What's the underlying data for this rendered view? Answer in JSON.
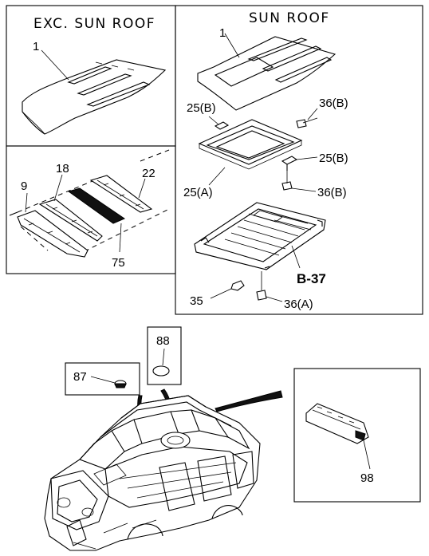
{
  "panels": {
    "exc_sun_roof": {
      "title": "EXC. SUN ROOF"
    },
    "sun_roof": {
      "title": "SUN ROOF"
    }
  },
  "parts": {
    "roof_panel_exc": "1",
    "roof_panel_sun": "1",
    "bow_rear": "9",
    "bow_center": "18",
    "bow_front": "22",
    "tape": "75",
    "bracket_left": "25(B)",
    "bracket_right": "25(B)",
    "frame_seal": "25(A)",
    "bolt_upper": "36(B)",
    "bolt_lower": "36(B)",
    "bolt_bottom": "36(A)",
    "nut": "35",
    "ref": "B-37",
    "plug_87": "87",
    "plug_88": "88",
    "trim_98": "98"
  }
}
